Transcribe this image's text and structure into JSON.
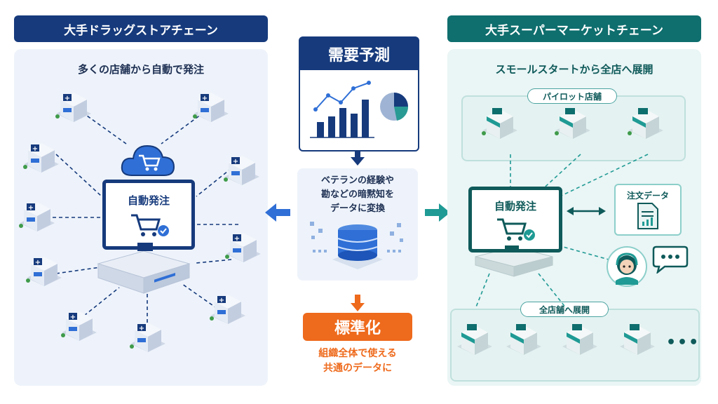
{
  "left": {
    "header": "大手ドラッグストアチェーン",
    "subtitle": "多くの店舗から自動で発注",
    "system_label": "自動発注"
  },
  "center": {
    "demand_title": "需要予測",
    "process_text": [
      "ベテランの経験や",
      "勘などの暗黙知を",
      "データに変換"
    ],
    "standard_title": "標準化",
    "standard_sub": [
      "組織全体で使える",
      "共通のデータに"
    ]
  },
  "right": {
    "header": "大手スーパーマーケットチェーン",
    "subtitle": "スモールスタートから全店へ展開",
    "pilot_label": "パイロット店舗",
    "system_label": "自動発注",
    "order_data_label": "注文データ",
    "rollout_label": "全店舗へ展開",
    "more": "•••"
  },
  "colors": {
    "navy": "#163a7c",
    "blue": "#2f6fd6",
    "teal": "#0f6e6e",
    "orange": "#ee6a1c"
  },
  "icons": [
    "cloud-cart-icon",
    "shopping-cart-icon",
    "check-icon",
    "database-icon",
    "line-chart-icon",
    "bar-chart-icon",
    "pie-chart-icon",
    "document-icon",
    "support-agent-icon",
    "chat-bubble-icon",
    "arrow-left-icon",
    "arrow-right-icon",
    "arrow-down-icon",
    "double-arrow-icon"
  ]
}
